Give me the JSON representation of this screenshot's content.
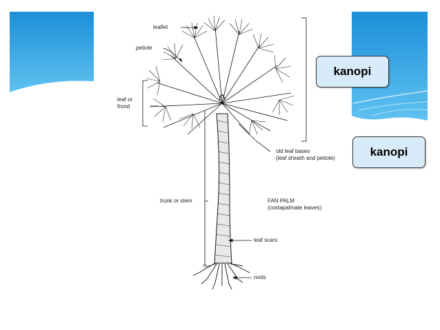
{
  "diagram": {
    "labels": {
      "leaflet": "leaflet",
      "petiole": "petiole",
      "leaf_or_frond_1": "leaf or",
      "leaf_or_frond_2": "frond",
      "old_leaf_bases_1": "old leaf bases",
      "old_leaf_bases_2": "(leaf sheath and petiole)",
      "trunk": "trunk or stem",
      "fan_palm_1": "FAN PALM",
      "fan_palm_2": "(costapalmate leaves)",
      "leaf_scars": "leaf scars",
      "roots": "roots"
    }
  },
  "callouts": {
    "top": "kanopi",
    "bottom": "kanopi"
  },
  "colors": {
    "accent_blue": "#1ea0e6",
    "callout_fill": "#d8ebf9"
  }
}
